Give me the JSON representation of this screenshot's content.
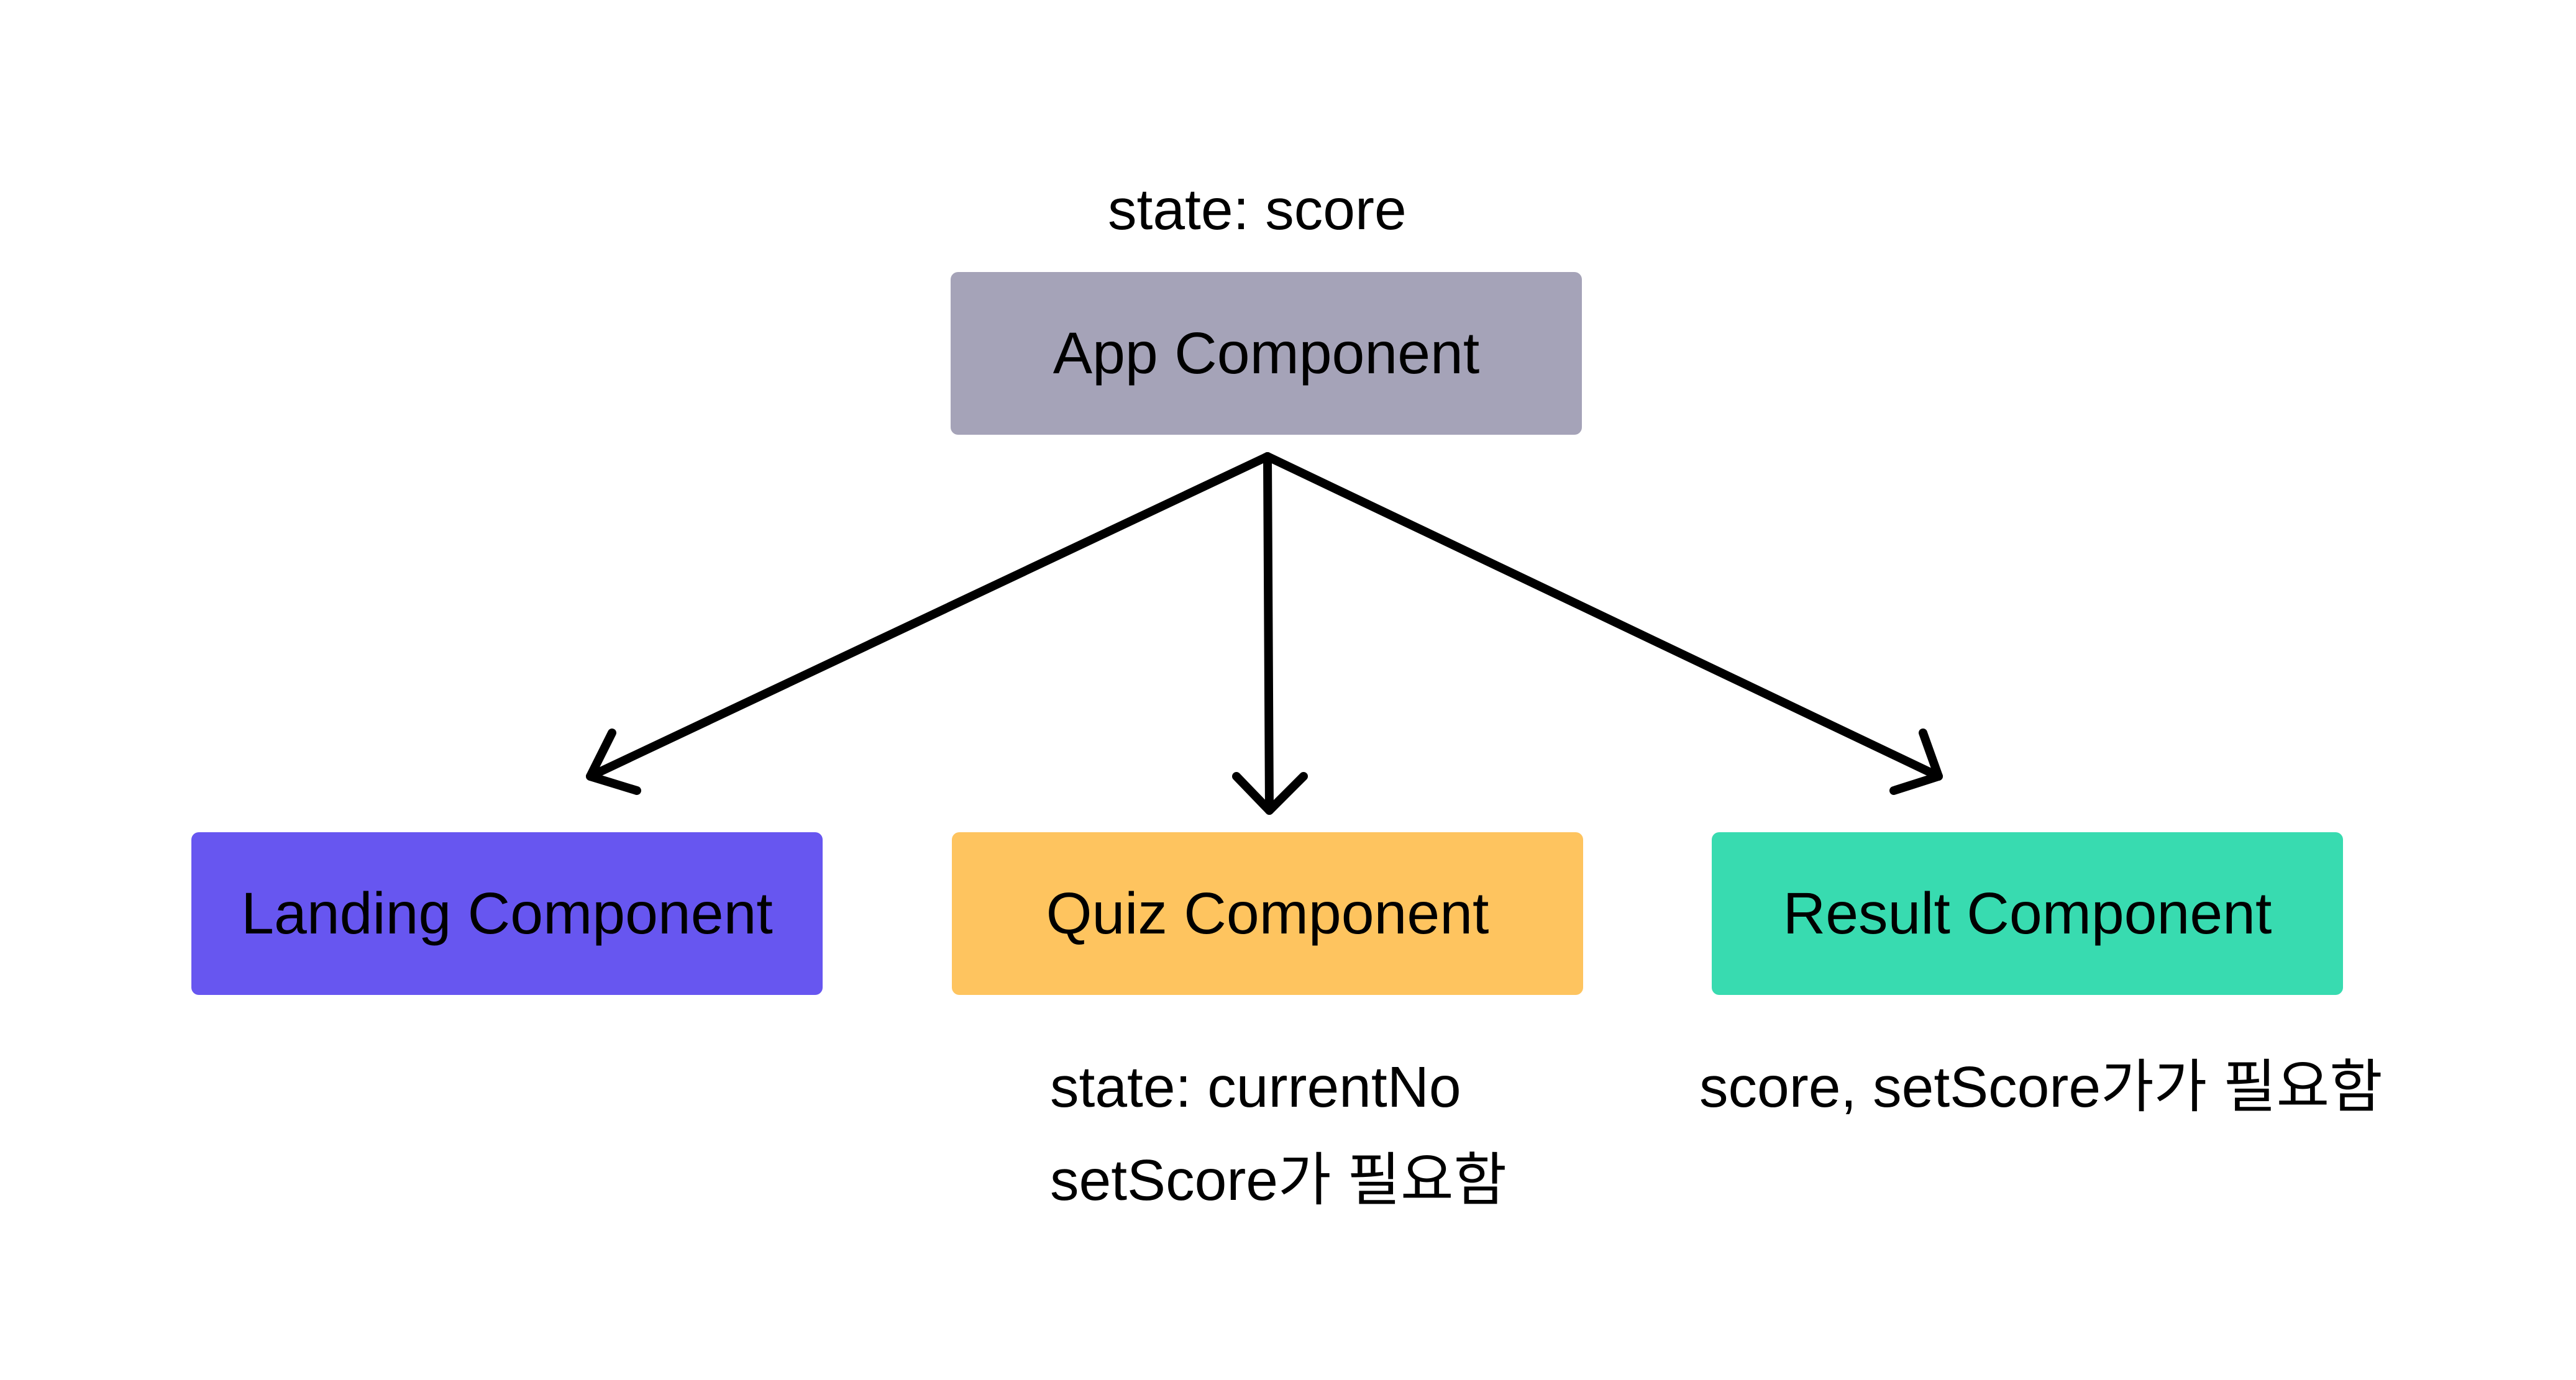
{
  "nodes": {
    "app": {
      "label": "App Component",
      "color": "#a5a3b8"
    },
    "landing": {
      "label": "Landing Component",
      "color": "#6756f0"
    },
    "quiz": {
      "label": "Quiz Component",
      "color": "#fec45f"
    },
    "result": {
      "label": "Result Component",
      "color": "#38dbb0"
    }
  },
  "notes": {
    "app_state": "state: score",
    "quiz_state": "state: currentNo",
    "quiz_needs": "setScore가 필요함",
    "result_needs": "score, setScore가가 필요함"
  },
  "edges": [
    {
      "from": "App Component",
      "to": "Landing Component"
    },
    {
      "from": "App Component",
      "to": "Quiz Component"
    },
    {
      "from": "App Component",
      "to": "Result Component"
    }
  ],
  "arrow_color": "#000000"
}
